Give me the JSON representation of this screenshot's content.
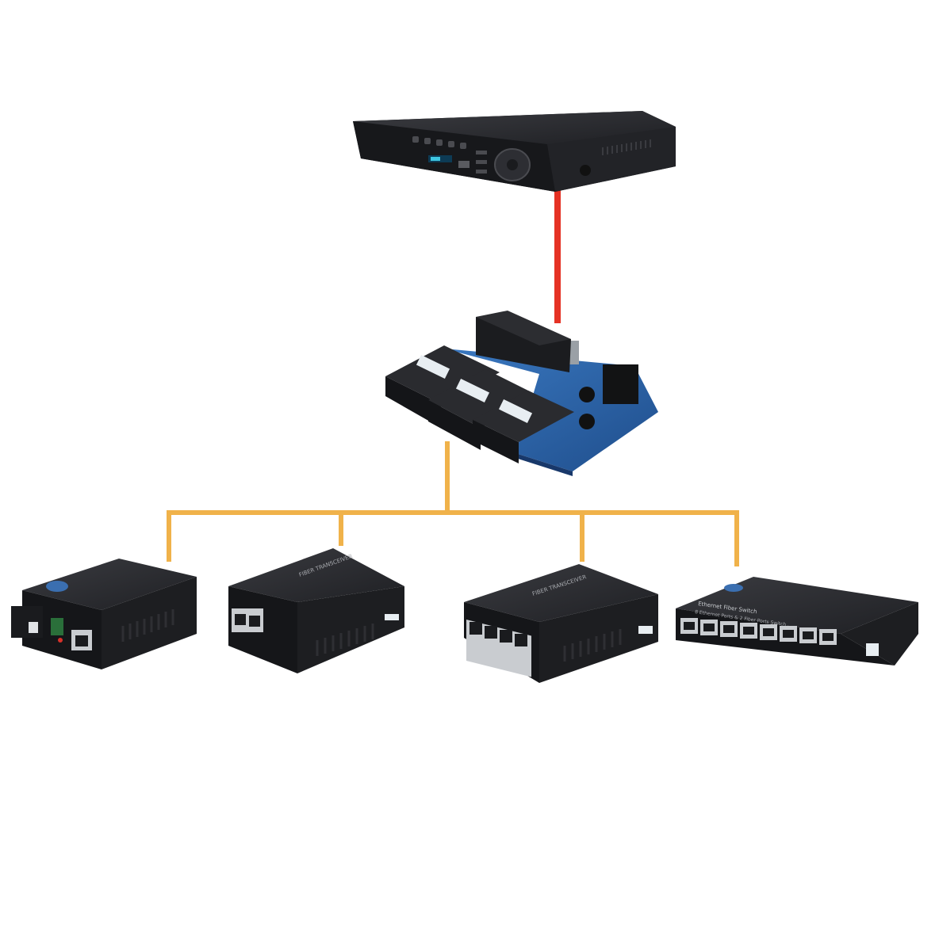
{
  "colors": {
    "uplink": "#e53224",
    "downlink": "#f0b24a",
    "device_body": "#1e1f22",
    "device_top": "#2b2c30",
    "pcb": "#2a62a6",
    "port": "#c9ccd0"
  },
  "devices": {
    "nvr": {
      "icon": "nvr-recorder-icon"
    },
    "hub": {
      "icon": "fiber-switch-board-icon"
    },
    "clients": [
      {
        "icon": "single-port-media-converter-icon"
      },
      {
        "icon": "dual-port-fiber-transceiver-icon",
        "label": "FIBER TRANSCEIVER"
      },
      {
        "icon": "four-port-switch-icon",
        "label": "FIBER TRANSCEIVER"
      },
      {
        "icon": "eight-port-switch-icon",
        "label": "Ethernet Fiber Switch",
        "sublabel": "8 Ethernet Ports & 2 Fiber Ports Switch"
      }
    ]
  }
}
